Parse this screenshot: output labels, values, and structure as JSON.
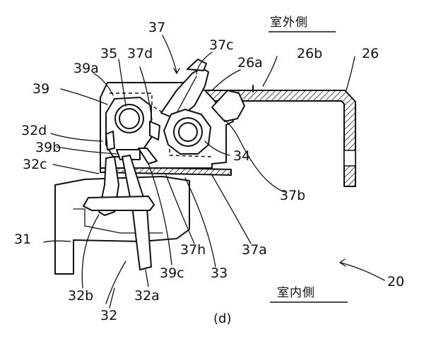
{
  "labels": {
    "l20": "20",
    "l26": "26",
    "l26a": "26a",
    "l26b": "26b",
    "l31": "31",
    "l32": "32",
    "l32a": "32a",
    "l32b": "32b",
    "l32c": "32c",
    "l32d": "32d",
    "l33": "33",
    "l34": "34",
    "l35": "35",
    "l37": "37",
    "l37a": "37a",
    "l37b": "37b",
    "l37c": "37c",
    "l37d": "37d",
    "l37h": "37h",
    "l39": "39",
    "l39a": "39a",
    "l39b": "39b",
    "l39c": "39c"
  },
  "outdoor_side": "室外側",
  "indoor_side": "室内側",
  "caption": "(d)"
}
